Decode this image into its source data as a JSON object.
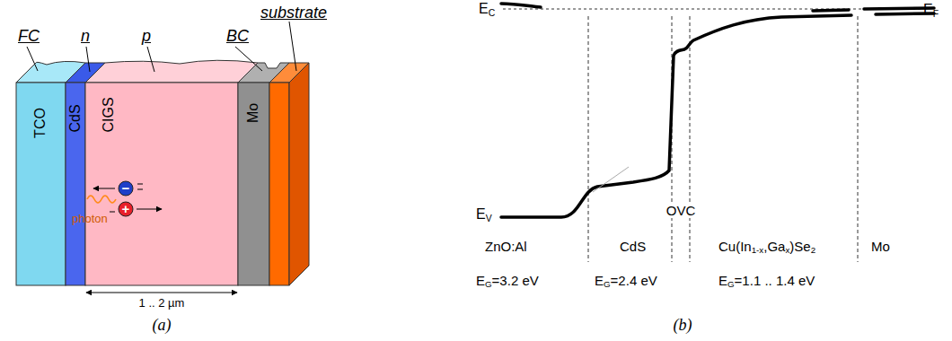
{
  "diagram": {
    "nodes": [
      {
        "text": [
          "TCO"
        ]
      },
      {
        "text": [
          "CdS"
        ]
      },
      {
        "text": [
          "CIGS"
        ]
      },
      {
        "text": [
          "Mo"
        ]
      },
      {
        "text": [
          "−"
        ],
        "in": 2
      },
      {
        "text": [
          "+"
        ],
        "in": 2
      }
    ],
    "labels": [
      "FC",
      "n",
      "p",
      "BC",
      "substrate",
      "photon",
      "1 .. 2 µm",
      "(a)",
      "EC",
      "EF",
      "EV",
      "OVC",
      "ZnO:Al",
      "CdS",
      "Cu(In1-x,Gax)Se2",
      "Mo",
      "EG=3.2 eV",
      "EG=2.4 eV",
      "EG=1.1 .. 1.4 eV",
      "(b)"
    ]
  }
}
